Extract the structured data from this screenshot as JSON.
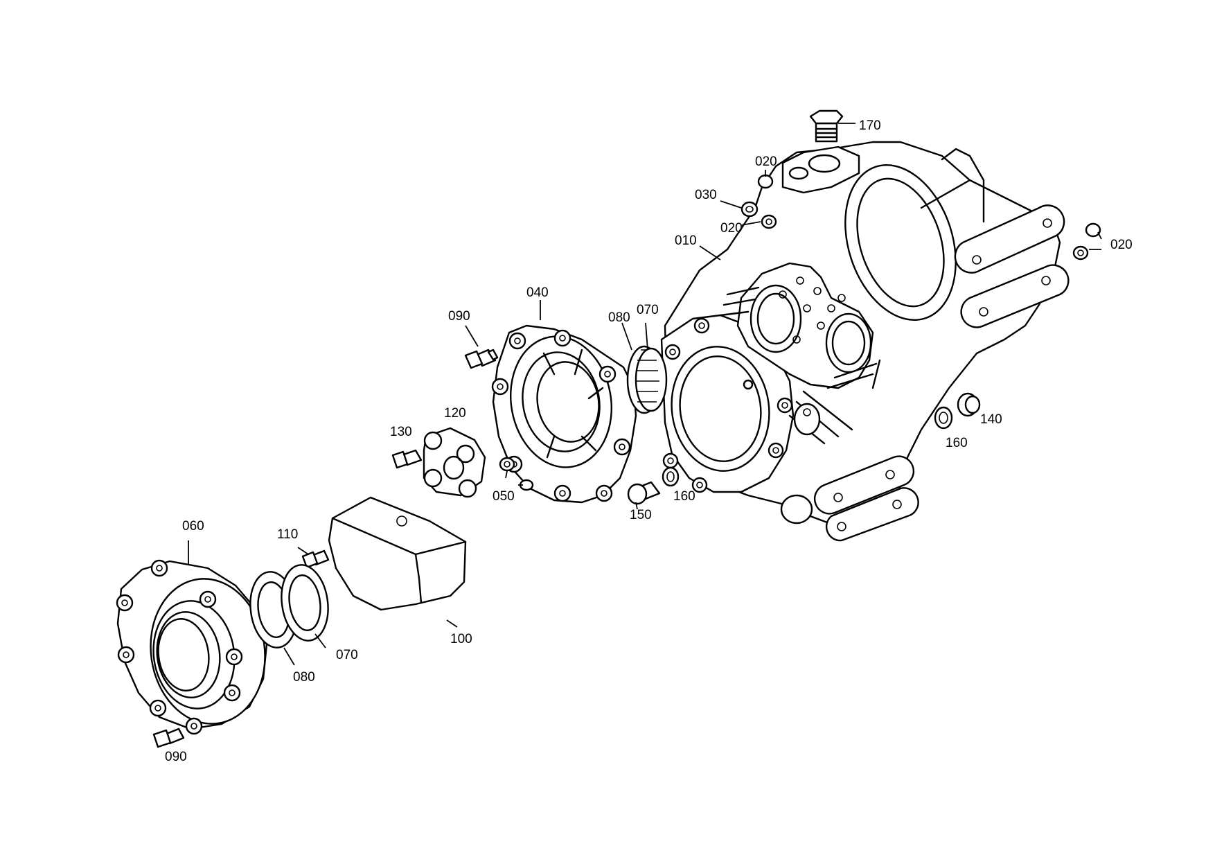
{
  "labels": {
    "p170": "170",
    "p020a": "020",
    "p030": "030",
    "p020b": "020",
    "p020c": "020",
    "p010": "010",
    "p040": "040",
    "p090a": "090",
    "p080a": "080",
    "p070a": "070",
    "p120": "120",
    "p130": "130",
    "p050": "050",
    "p150": "150",
    "p160a": "160",
    "p160b": "160",
    "p140": "140",
    "p060": "060",
    "p110": "110",
    "p100": "100",
    "p070b": "070",
    "p080b": "080",
    "p090b": "090"
  }
}
